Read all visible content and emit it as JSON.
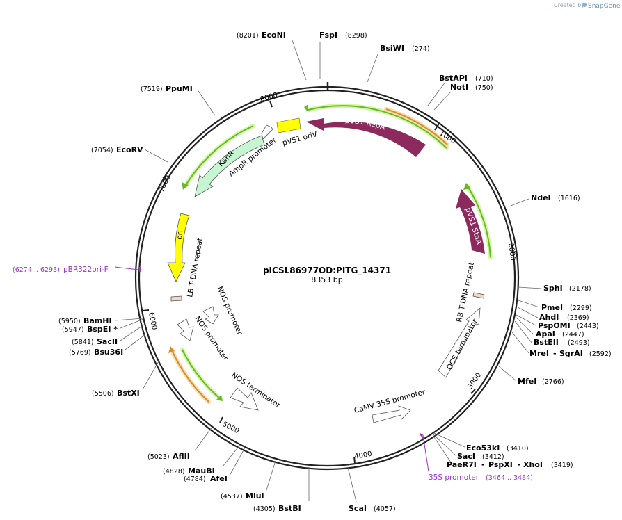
{
  "credit": {
    "prefix": "Created by",
    "brand": "SnapGene"
  },
  "plasmid": {
    "name": "pICSL86977OD:PITG_14371",
    "size": "8353 bp"
  },
  "ticks": [
    "1000",
    "2000",
    "3000",
    "4000",
    "5000",
    "6000",
    "7000",
    "8000"
  ],
  "sites": [
    {
      "id": "econi",
      "name": "EcoNI",
      "pos": "(8201)"
    },
    {
      "id": "fspi",
      "name": "FspI",
      "pos": "(8298)"
    },
    {
      "id": "bsiwi",
      "name": "BsiWI",
      "pos": "(274)"
    },
    {
      "id": "bstapi",
      "name": "BstAPI",
      "pos": "(710)"
    },
    {
      "id": "noti",
      "name": "NotI",
      "pos": "(750)"
    },
    {
      "id": "ndei",
      "name": "NdeI",
      "pos": "(1616)"
    },
    {
      "id": "sphi",
      "name": "SphI",
      "pos": "(2178)"
    },
    {
      "id": "pmei",
      "name": "PmeI",
      "pos": "(2299)"
    },
    {
      "id": "ahdi",
      "name": "AhdI",
      "pos": "(2369)"
    },
    {
      "id": "pspomi",
      "name": "PspOMI",
      "pos": "(2443)"
    },
    {
      "id": "apai",
      "name": "ApaI",
      "pos": "(2447)"
    },
    {
      "id": "bsteii",
      "name": "BstEII",
      "pos": "(2493)"
    },
    {
      "id": "mrei",
      "name": "MreI",
      "sep": "- ",
      "name2": "SgrAI",
      "pos": "(2592)"
    },
    {
      "id": "mfei",
      "name": "MfeI",
      "pos": "(2766)"
    },
    {
      "id": "eco53ki",
      "name": "Eco53kI",
      "pos": "(3410)"
    },
    {
      "id": "saci",
      "name": "SacI",
      "pos": "(3412)"
    },
    {
      "id": "paer7i",
      "name": "PaeR7I",
      "sep": "- ",
      "name2": "PspXI",
      "sep2": "- ",
      "name3": "XhoI",
      "pos": "(3419)"
    },
    {
      "id": "scai",
      "name": "ScaI",
      "pos": "(4057)"
    },
    {
      "id": "bstbi",
      "name": "BstBI",
      "pos": "(4305)"
    },
    {
      "id": "mlui",
      "name": "MluI",
      "pos": "(4537)"
    },
    {
      "id": "afei",
      "name": "AfeI",
      "pos": "(4784)"
    },
    {
      "id": "maubi",
      "name": "MauBI",
      "pos": "(4828)"
    },
    {
      "id": "aflii",
      "name": "AflII",
      "pos": "(5023)"
    },
    {
      "id": "bstxi",
      "name": "BstXI",
      "pos": "(5506)"
    },
    {
      "id": "bsu36i",
      "name": "Bsu36I",
      "pos": "(5769)"
    },
    {
      "id": "sacii",
      "name": "SacII",
      "pos": "(5841)"
    },
    {
      "id": "bspei",
      "name": "BspEI *",
      "pos": "(5947)"
    },
    {
      "id": "bamhi",
      "name": "BamHI",
      "pos": "(5950)"
    },
    {
      "id": "ecorv",
      "name": "EcoRV",
      "pos": "(7054)"
    },
    {
      "id": "ppumi",
      "name": "PpuMI",
      "pos": "(7519)"
    }
  ],
  "primers": [
    {
      "id": "pbr322ori",
      "name": "pBR322ori-F",
      "pos": "(6274 .. 6293)"
    },
    {
      "id": "35s",
      "name": "35S promoter",
      "pos": "(3464 .. 3484)"
    }
  ],
  "features": {
    "repa": "pVS1 RepA",
    "staa": "pVS1 StaA",
    "oriv": "pVS1 oriV",
    "kanr": "KanR",
    "ampr_promoter": "AmpR promoter",
    "ori": "ori",
    "lb_repeat": "LB T-DNA repeat",
    "rb_repeat": "RB T-DNA repeat",
    "nos_promoter_1": "NOS promoter",
    "nos_promoter_2": "NOS promoter",
    "nos_terminator": "NOS terminator",
    "ocs_terminator": "OCS terminator",
    "camv35s": "CaMV 35S promoter"
  },
  "colors": {
    "backbone": "#222222",
    "repa_fill": "#8c2a5e",
    "oriv_fill": "#ffff00",
    "kanr_fill": "#c6f5d2",
    "ori_fill": "#ffff00",
    "orf_green": "#66bb22",
    "orf_glow": "#d4f5a8",
    "orf_orange": "#d98c2b",
    "orf_orange_glow": "#f7dcae",
    "repeat_fill": "#f2d9c6",
    "primer": "#9933cc"
  }
}
